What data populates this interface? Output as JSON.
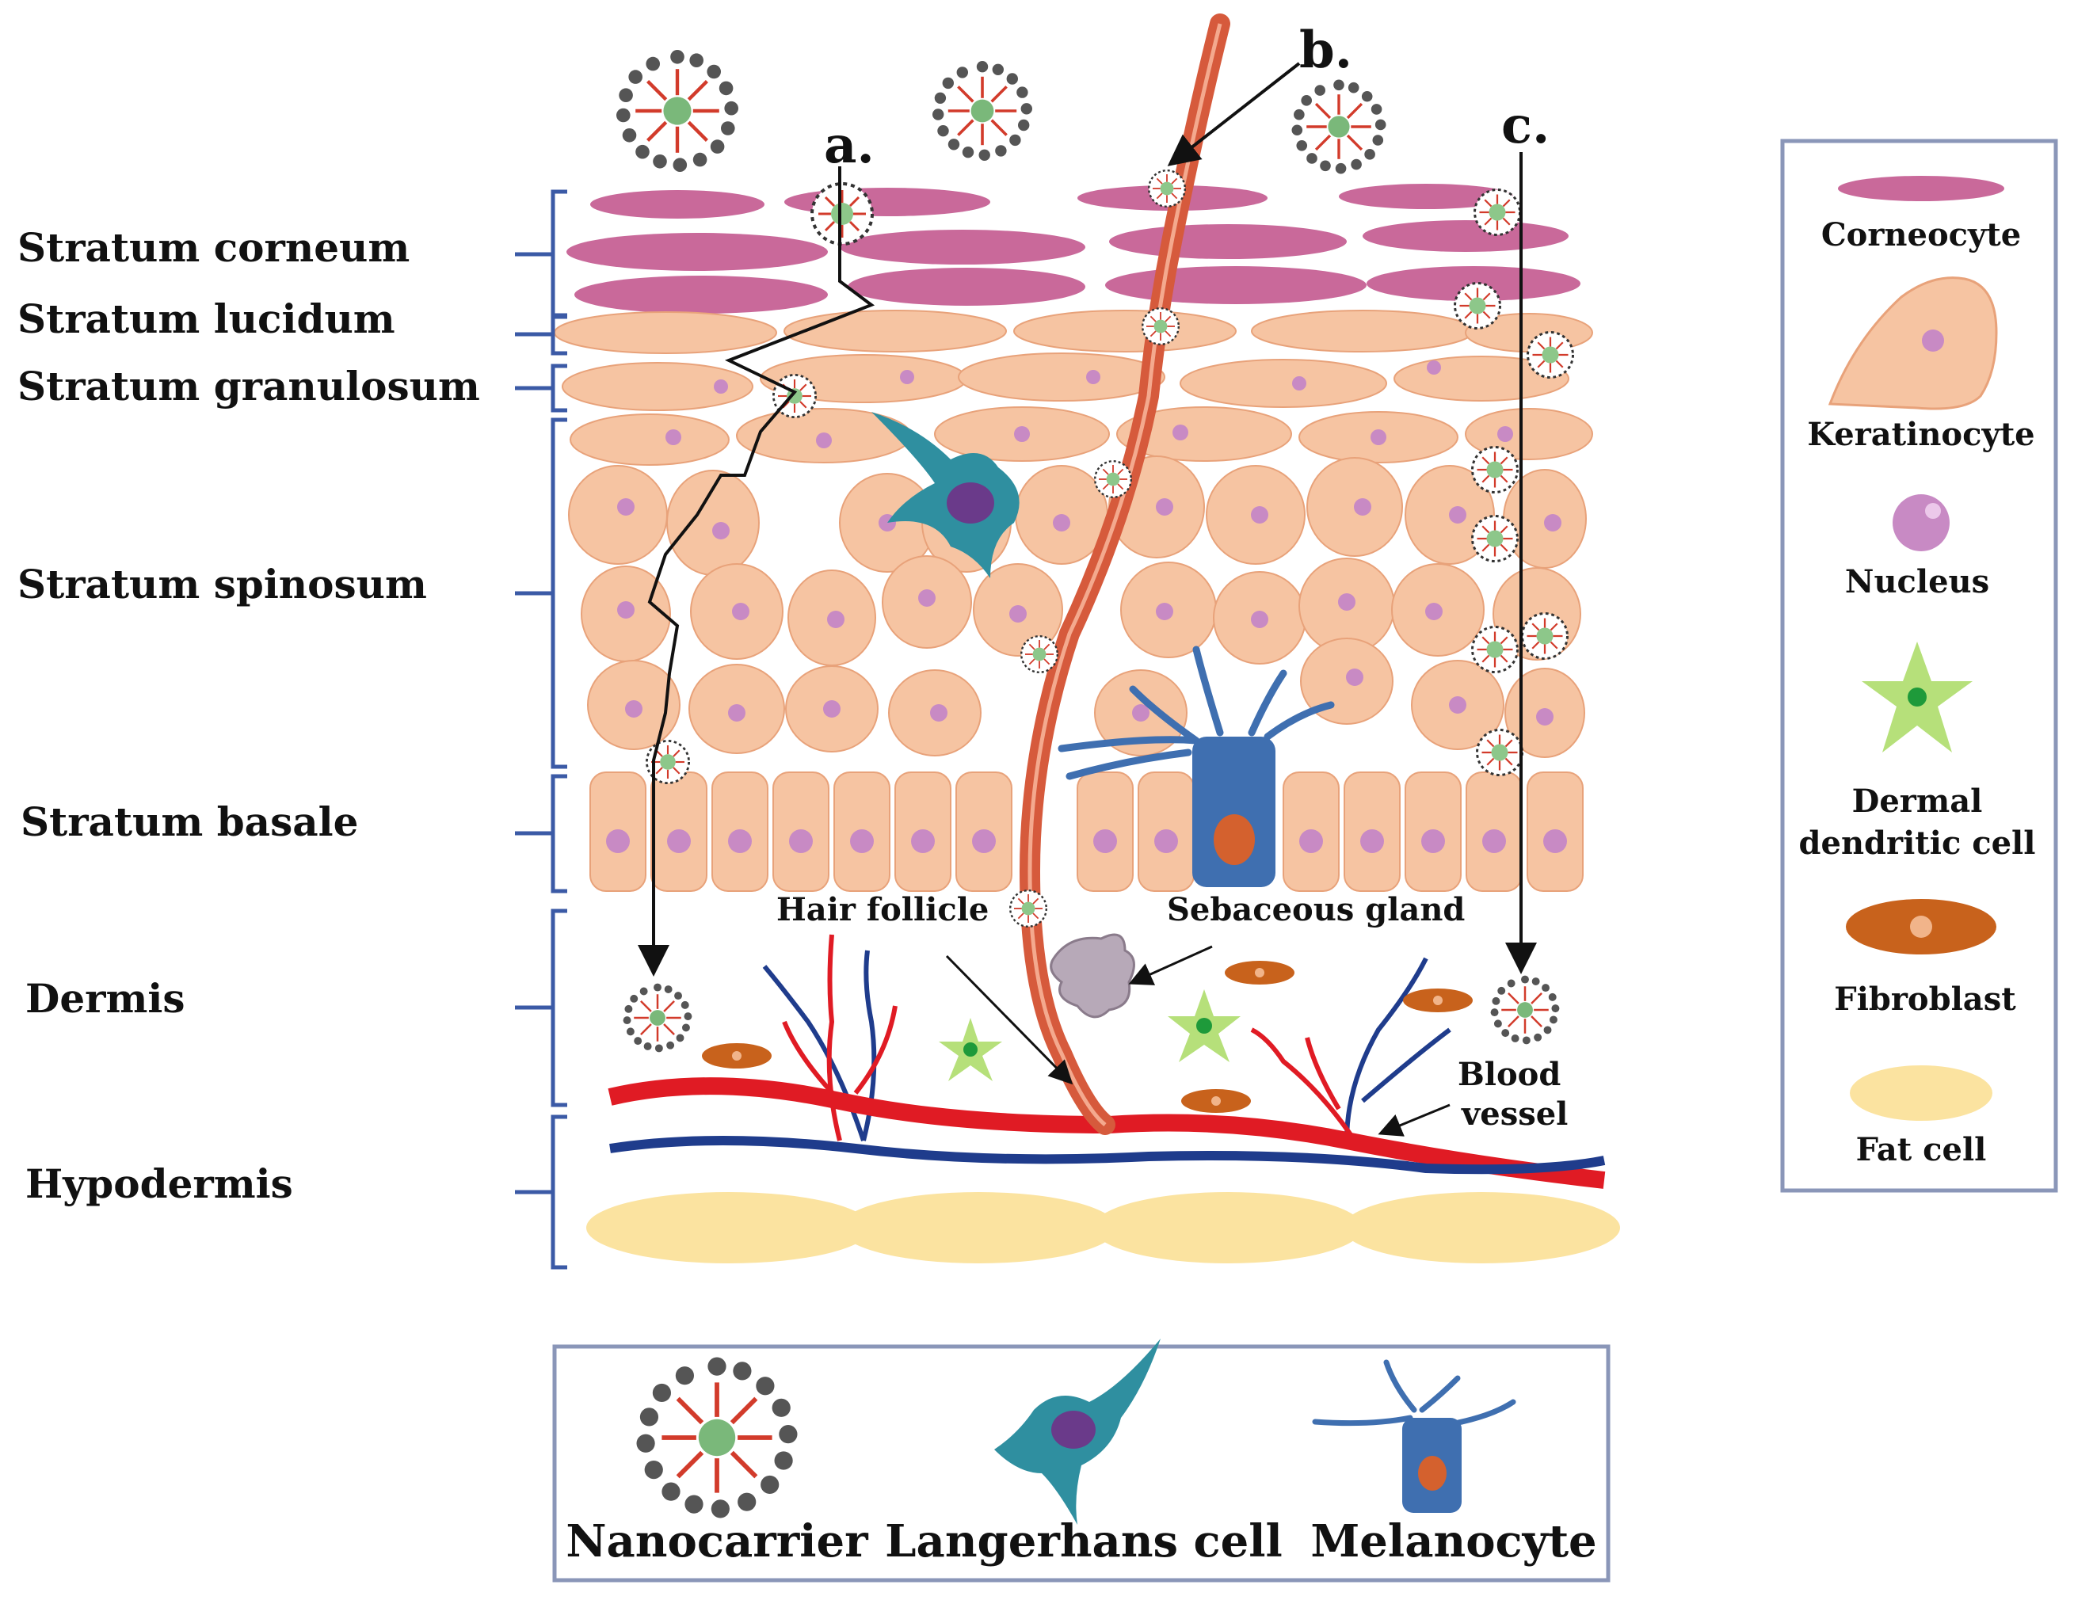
{
  "layers": [
    {
      "id": "corneum",
      "label": "Stratum corneum"
    },
    {
      "id": "lucidum",
      "label": "Stratum lucidum"
    },
    {
      "id": "granulosum",
      "label": "Stratum granulosum"
    },
    {
      "id": "spinosum",
      "label": "Stratum spinosum"
    },
    {
      "id": "basale",
      "label": "Stratum basale"
    },
    {
      "id": "dermis",
      "label": "Dermis"
    },
    {
      "id": "hypodermis",
      "label": "Hypodermis"
    }
  ],
  "pathways": {
    "a": "a.",
    "b": "b.",
    "c": "c."
  },
  "callouts": {
    "hair_follicle": "Hair follicle",
    "sebaceous_gland": "Sebaceous gland",
    "blood_vessel_1": "Blood",
    "blood_vessel_2": "vessel"
  },
  "legend_right": [
    {
      "id": "corneocyte",
      "lines": [
        "Corneocyte"
      ]
    },
    {
      "id": "keratinocyte",
      "lines": [
        "Keratinocyte"
      ]
    },
    {
      "id": "nucleus",
      "lines": [
        "Nucleus"
      ]
    },
    {
      "id": "dermal-dendritic-cell",
      "lines": [
        "Dermal",
        "dendritic cell"
      ]
    },
    {
      "id": "fibroblast",
      "lines": [
        "Fibroblast"
      ]
    },
    {
      "id": "fat-cell",
      "lines": [
        "Fat cell"
      ]
    }
  ],
  "legend_bottom": [
    {
      "id": "nanocarrier",
      "label": "Nanocarrier"
    },
    {
      "id": "langerhans-cell",
      "label": "Langerhans cell"
    },
    {
      "id": "melanocyte",
      "label": "Melanocyte"
    }
  ],
  "colors": {
    "corneocyte": "#c9699a",
    "keratinocyte": "#f6c4a2",
    "keratinocyte_edge": "#e8a27a",
    "nucleus": "#c88ac4",
    "fibroblast": "#c8621c",
    "fat_cell": "#fbe3a0",
    "artery": "#e01b24",
    "vein": "#1f3c8c",
    "hair": "#d65a3c",
    "langerhans": "#2f8fa0",
    "melanocyte": "#3f6fb0",
    "dermal_dendritic": "#b6e07a",
    "bracket": "#3b5aa6",
    "legend_border": "#8a96b8"
  }
}
